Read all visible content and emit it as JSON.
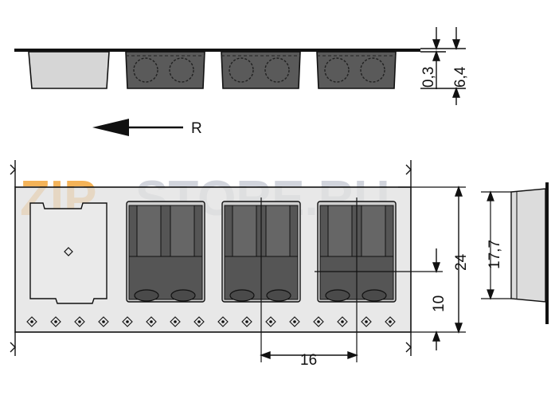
{
  "drawing": {
    "direction_label": "R",
    "dimensions": {
      "side_top_gap": "0,3",
      "side_total_height": "6,4",
      "tape_height": "24",
      "pocket_offset": "10",
      "pocket_pitch": "16",
      "pocket_depth": "17,7"
    },
    "watermark": {
      "text_left": "ZIP",
      "text_right": "STORE.RU",
      "color_left": "#f3a63c",
      "color_right": "#c9cdd6"
    },
    "colors": {
      "tape_fill": "#e2e2e2",
      "component_fill": "#555555",
      "line": "#111111"
    }
  }
}
